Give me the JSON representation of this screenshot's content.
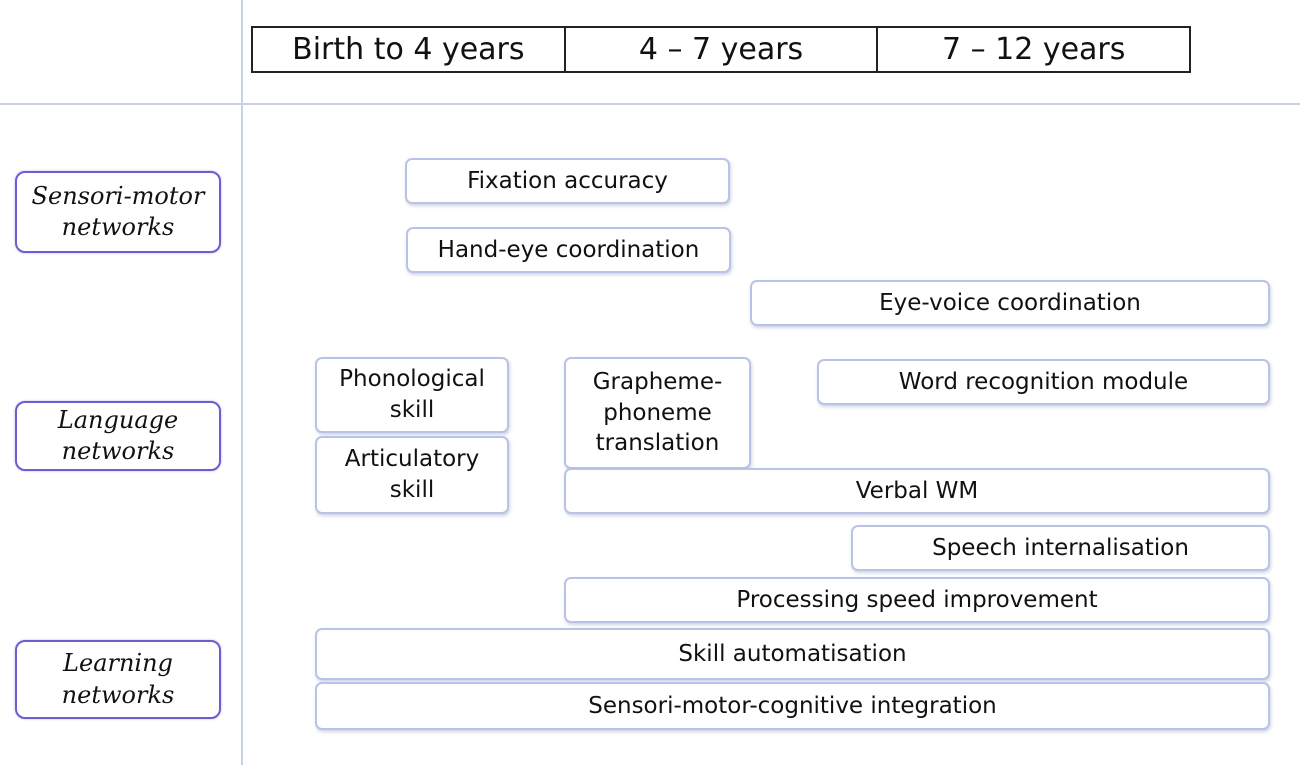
{
  "age_columns": [
    "Birth to 4 years",
    "4 – 7 years",
    "7 – 12 years"
  ],
  "networks": {
    "sensori_motor": "Sensori-motor\nnetworks",
    "language": "Language\nnetworks",
    "learning": "Learning\nnetworks"
  },
  "skills": {
    "fixation_accuracy": "Fixation accuracy",
    "hand_eye": "Hand-eye coordination",
    "eye_voice": "Eye-voice coordination",
    "phonological": "Phonological\nskill",
    "grapheme_phoneme": "Grapheme-\nphoneme\ntranslation",
    "word_recognition": "Word recognition module",
    "articulatory": "Articulatory\nskill",
    "verbal_wm": "Verbal WM",
    "speech_internalisation": "Speech internalisation",
    "processing_speed": "Processing speed improvement",
    "skill_automatisation": "Skill automatisation",
    "integration": "Sensori-motor-cognitive integration"
  },
  "colors": {
    "network_border": "#6a5fd0",
    "bar_border": "#b9c3e6",
    "guide_line": "#c8d0ea"
  }
}
